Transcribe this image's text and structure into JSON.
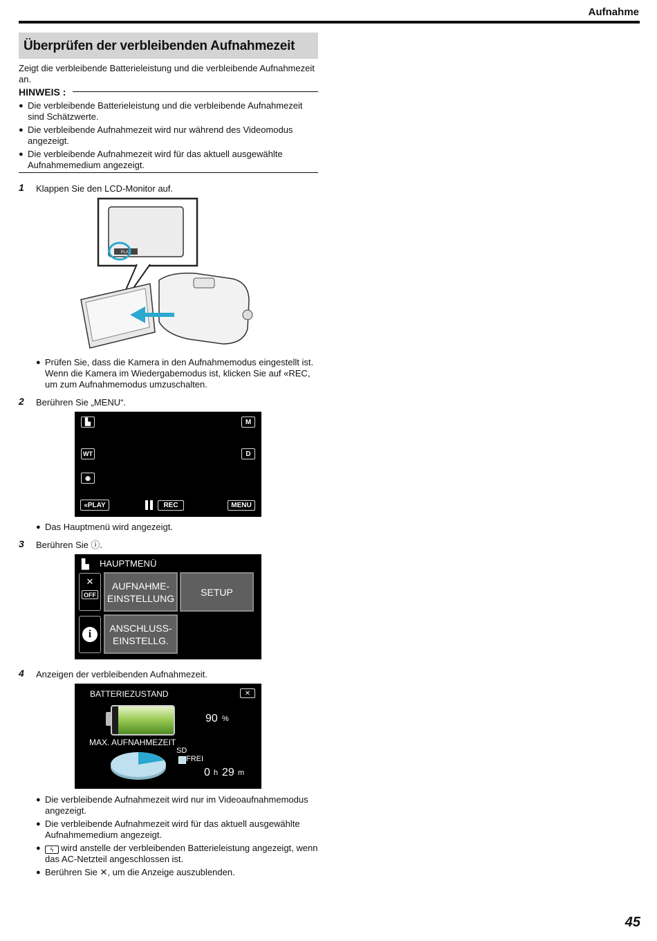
{
  "header": {
    "section": "Aufnahme"
  },
  "title": "Überprüfen der verbleibenden Aufnahmezeit",
  "intro": "Zeigt die verbleibende Batterieleistung und die verbleibende Aufnahmezeit an.",
  "note": {
    "label": "HINWEIS :",
    "items": [
      "Die verbleibende Batterieleistung und die verbleibende Aufnahmezeit sind Schätzwerte.",
      "Die verbleibende Aufnahmezeit wird nur während des Videomodus angezeigt.",
      "Die verbleibende Aufnahmezeit wird für das aktuell ausgewählte Aufnahmemedium angezeigt."
    ]
  },
  "steps": [
    {
      "num": "1",
      "text": "Klappen Sie den LCD-Monitor auf.",
      "illustration_label": "PLAY",
      "bullets": [
        "Prüfen Sie, dass die Kamera in den Aufnahmemodus eingestellt ist. Wenn die Kamera im Wiedergabemodus ist, klicken Sie auf «REC, um zum Aufnahmemodus umzuschalten."
      ]
    },
    {
      "num": "2",
      "text": "Berühren Sie „MENU“.",
      "bullets": [
        "Das Hauptmenü wird angezeigt."
      ]
    },
    {
      "num": "3",
      "text": "Berühren Sie ⓘ."
    },
    {
      "num": "4",
      "text": "Anzeigen der verbleibenden Aufnahmezeit.",
      "bullets": [
        "Die verbleibende Aufnahmezeit wird nur im Videoaufnahmemodus angezeigt.",
        "Die verbleibende Aufnahmezeit wird für das aktuell ausgewählte Aufnahmemedium angezeigt.",
        "wird anstelle der verbleibenden Batterieleistung angezeigt, wenn das AC-Netzteil angeschlossen ist.",
        "Berühren Sie ✕, um die Anzeige auszublenden."
      ]
    }
  ],
  "screen_rec": {
    "m": "M",
    "wt": "WT",
    "d": "D",
    "play": "«PLAY",
    "rec": "REC",
    "menu": "MENU"
  },
  "screen_menu": {
    "title": "HAUPTMENÜ",
    "off": "OFF",
    "tile1": "AUFNAHME-\nEINSTELLUNG",
    "tile2": "SETUP",
    "tile3": "ANSCHLUSS-\nEINSTELLG."
  },
  "screen_battery": {
    "title": "BATTERIEZUSTAND",
    "close": "✕",
    "battery_value": "90",
    "battery_unit": "%",
    "battery_level": 0.9,
    "max_label": "MAX. AUFNAHMEZEIT",
    "media": "SD",
    "free": "FREI",
    "hours": "0",
    "h_unit": "h",
    "minutes": "29",
    "m_unit": "m"
  },
  "page_number": "45"
}
